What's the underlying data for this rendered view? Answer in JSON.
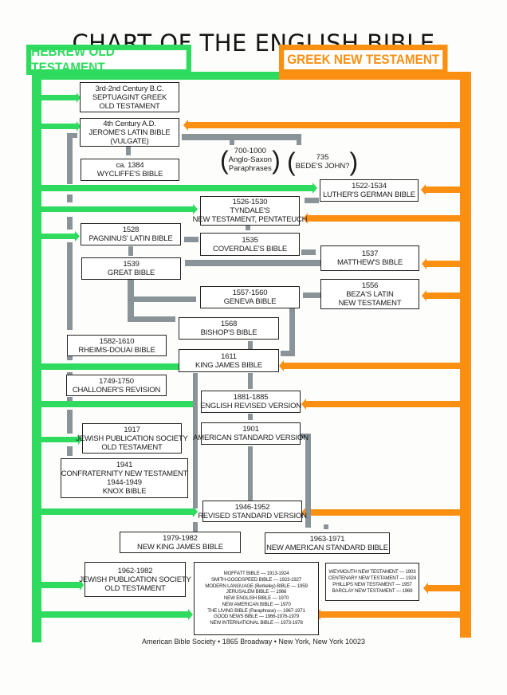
{
  "title": "CHART OF THE ENGLISH BIBLE",
  "headers": {
    "old_testament": "HEBREW OLD TESTAMENT",
    "new_testament": "GREEK NEW TESTAMENT"
  },
  "colors": {
    "hebrew_green": "#2edb5e",
    "greek_orange": "#fb8f12",
    "connector_gray": "#8a9498",
    "box_border": "#222222"
  },
  "nodes": {
    "septuagint": [
      "3rd-2nd Century B.C.",
      "SEPTUAGINT GREEK",
      "OLD TESTAMENT"
    ],
    "vulgate": [
      "4th Century A.D.",
      "JEROME'S LATIN BIBLE",
      "(VULGATE)"
    ],
    "wycliffe": [
      "ca. 1384",
      "WYCLIFFE'S BIBLE"
    ],
    "anglo_saxon": [
      "700-1000",
      "Anglo-Saxon",
      "Paraphrases"
    ],
    "bede": [
      "735",
      "BEDE'S JOHN?"
    ],
    "luther": [
      "1522-1534",
      "LUTHER'S GERMAN BIBLE"
    ],
    "tyndale": [
      "1526-1530",
      "TYNDALE'S",
      "NEW TESTAMENT, PENTATEUCH"
    ],
    "pagninus": [
      "1528",
      "PAGNINUS' LATIN BIBLE"
    ],
    "coverdale": [
      "1535",
      "COVERDALE'S BIBLE"
    ],
    "matthew": [
      "1537",
      "MATTHEW'S BIBLE"
    ],
    "great": [
      "1539",
      "GREAT BIBLE"
    ],
    "beza": [
      "1556",
      "BEZA'S LATIN",
      "NEW TESTAMENT"
    ],
    "geneva": [
      "1557-1560",
      "GENEVA BIBLE"
    ],
    "bishops": [
      "1568",
      "BISHOP'S BIBLE"
    ],
    "rheims": [
      "1582-1610",
      "RHEIMS-DOUAI BIBLE"
    ],
    "kjv": [
      "1611",
      "KING JAMES BIBLE"
    ],
    "challoner": [
      "1749-1750",
      "CHALLONER'S REVISION"
    ],
    "erv": [
      "1881-1885",
      "ENGLISH REVISED VERSION"
    ],
    "jps1917": [
      "1917",
      "JEWISH PUBLICATION SOCIETY",
      "OLD TESTAMENT"
    ],
    "asv": [
      "1901",
      "AMERICAN STANDARD VERSION"
    ],
    "confraternity": [
      "1941",
      "CONFRATERNITY NEW TESTAMENT",
      "1944-1949",
      "KNOX BIBLE"
    ],
    "rsv": [
      "1946-1952",
      "REVISED STANDARD VERSION"
    ],
    "nkjv": [
      "1979-1982",
      "NEW KING JAMES BIBLE"
    ],
    "nasb": [
      "1963-1971",
      "NEW AMERICAN STANDARD BIBLE"
    ],
    "jps1962": [
      "1962-1982",
      "JEWISH PUBLICATION SOCIETY",
      "OLD TESTAMENT"
    ],
    "modern_list": [
      "MOFFATT BIBLE — 1913-1924",
      "SMITH-GOODSPEED BIBLE — 1923-1927",
      "MODERN LANGUAGE (Berkeley) BIBLE — 1959",
      "JERUSALEM BIBLE — 1966",
      "NEW ENGLISH BIBLE — 1970",
      "NEW AMERICAN BIBLE — 1970",
      "THE LIVING BIBLE (Paraphrase) — 1967-1971",
      "GOOD NEWS BIBLE — 1966-1976-1979",
      "NEW INTERNATIONAL BIBLE — 1973-1978"
    ],
    "nt_list": [
      "WEYMOUTH NEW TESTAMENT — 1903",
      "CENTENARY NEW TESTAMENT — 1924",
      "PHILLIPS NEW TESTAMENT — 1957",
      "BARCLAY NEW TESTAMENT — 1969"
    ]
  },
  "footer": "American Bible Society • 1865 Broadway • New York, New York 10023"
}
